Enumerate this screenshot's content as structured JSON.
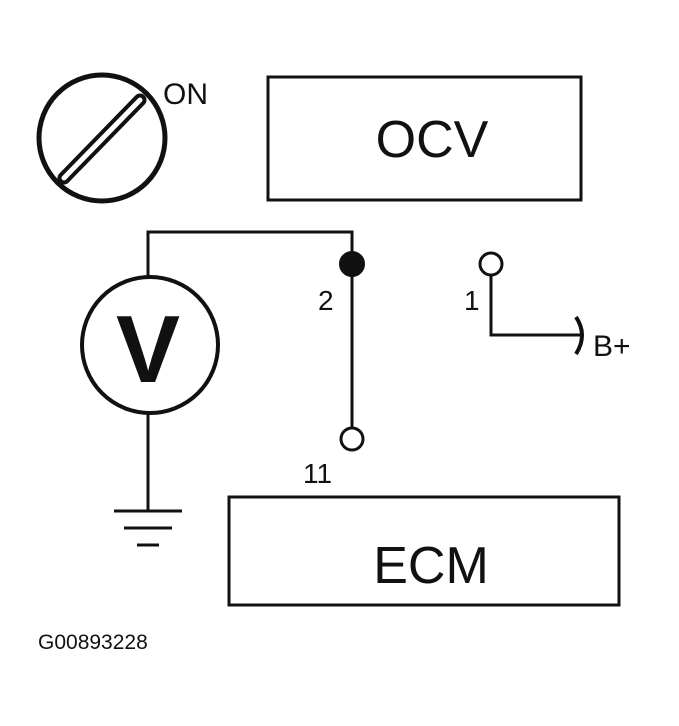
{
  "ignition": {
    "label": "ON"
  },
  "ocv_box": {
    "label": "OCV"
  },
  "ecm_box": {
    "label": "ECM"
  },
  "voltmeter": {
    "symbol": "V"
  },
  "terminals": {
    "t2": "2",
    "t1": "1",
    "t11": "11"
  },
  "supply": {
    "label": "B+"
  },
  "figure_id": "G00893228",
  "colors": {
    "line": "#111111",
    "background": "#ffffff"
  }
}
